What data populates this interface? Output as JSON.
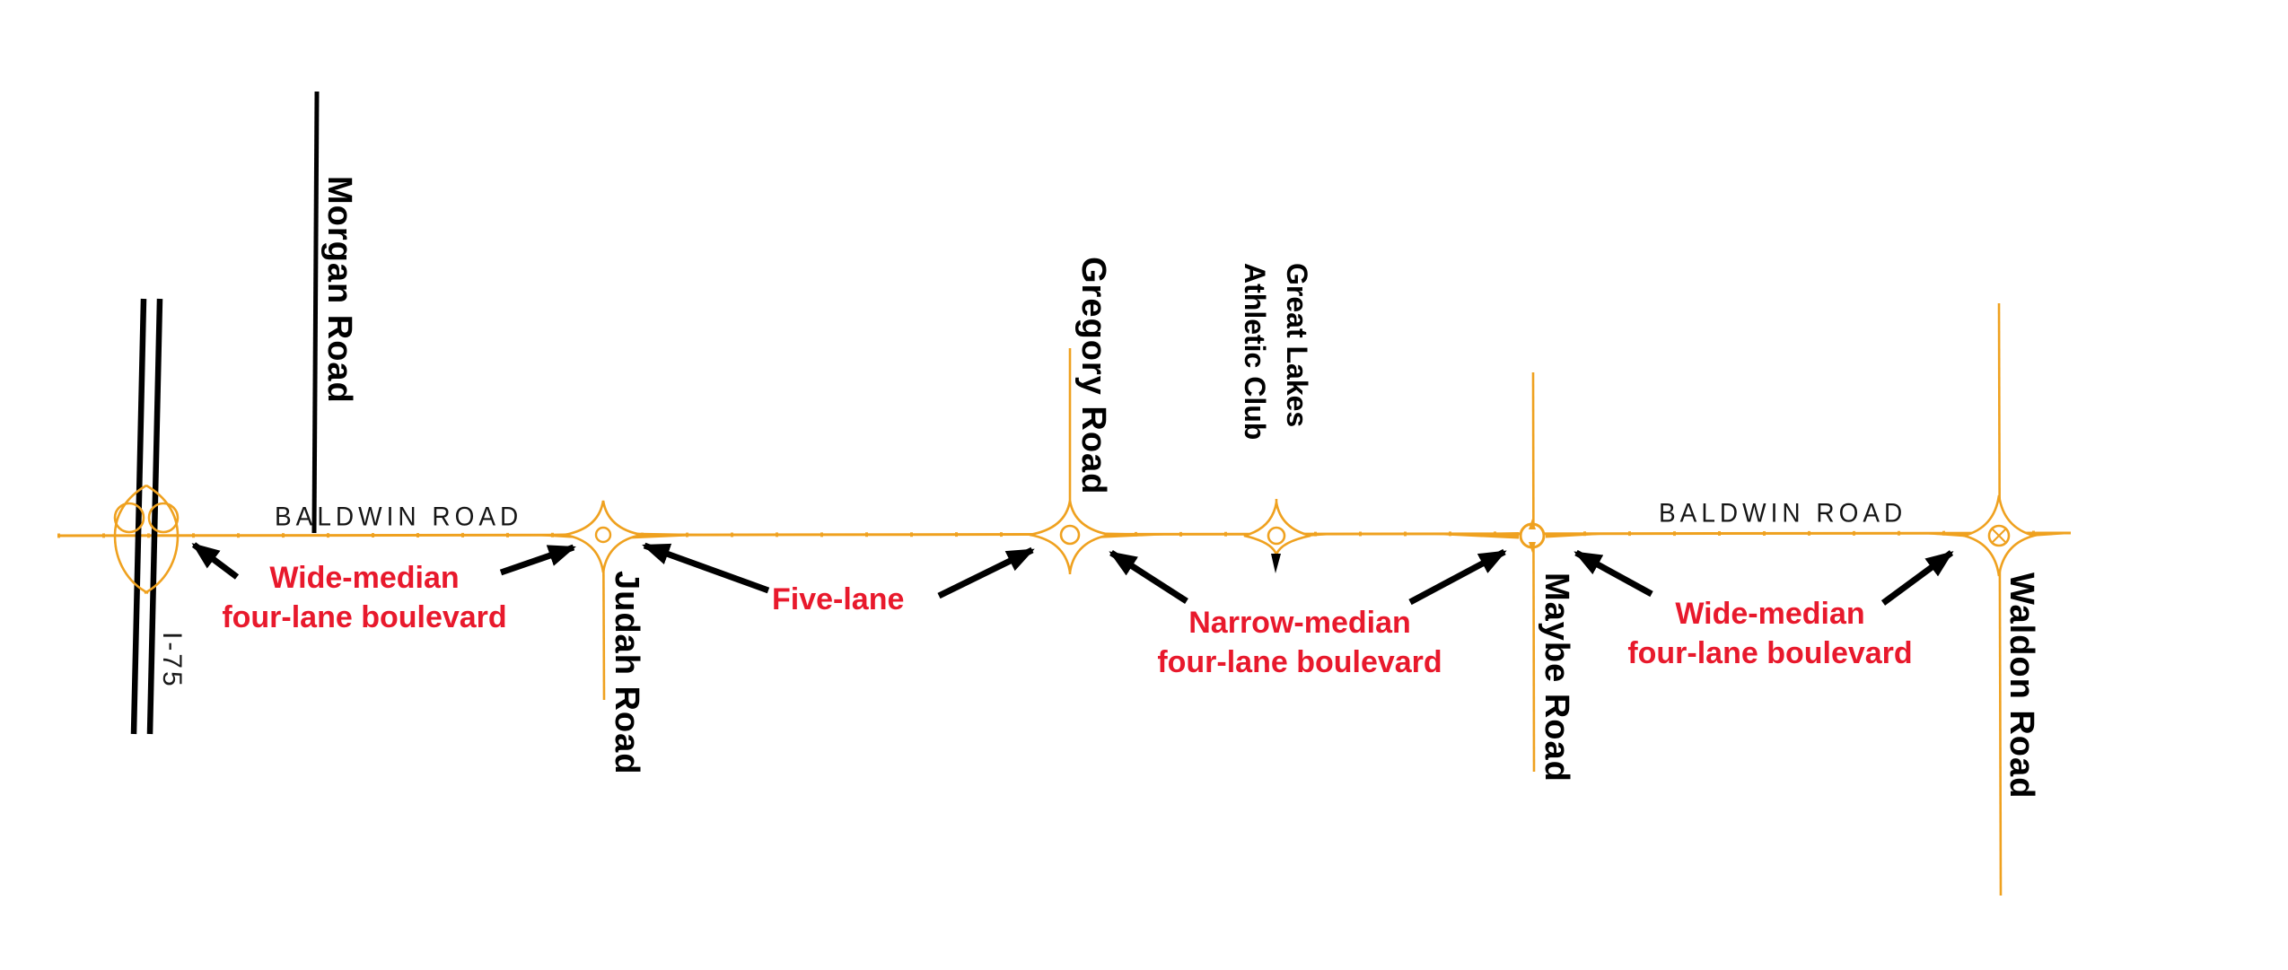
{
  "roads": {
    "baldwin_label_left": "BALDWIN ROAD",
    "baldwin_label_right": "BALDWIN ROAD",
    "morgan": "Morgan Road",
    "i75": "I-75",
    "judah": "Judah Road",
    "gregory": "Gregory Road",
    "great_lakes_line1": "Great Lakes",
    "great_lakes_line2": "Athletic Club",
    "maybe": "Maybe Road",
    "waldon": "Waldon Road"
  },
  "annotations": {
    "wide_median_left": {
      "line1": "Wide-median",
      "line2": "four-lane boulevard"
    },
    "five_lane": "Five-lane",
    "narrow_median": {
      "line1": "Narrow-median",
      "line2": "four-lane boulevard"
    },
    "wide_median_right": {
      "line1": "Wide-median",
      "line2": "four-lane boulevard"
    }
  },
  "colors": {
    "road_orange": "#EFA11F",
    "annotation_red": "#E8192C",
    "line_black": "#000000",
    "background": "#FFFFFF"
  }
}
